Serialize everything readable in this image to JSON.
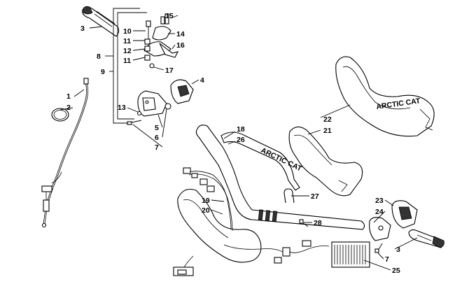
{
  "callouts": {
    "c1": "1",
    "c2": "2",
    "c3a": "3",
    "c3b": "3",
    "c4": "4",
    "c5": "5",
    "c6": "6",
    "c7a": "7",
    "c7b": "7",
    "c8": "8",
    "c9": "9",
    "c10": "10",
    "c11a": "11",
    "c11b": "11",
    "c12": "12",
    "c13": "13",
    "c14": "14",
    "c15": "15",
    "c16": "16",
    "c17": "17",
    "c18": "18",
    "c19": "19",
    "c20": "20",
    "c21": "21",
    "c22": "22",
    "c23": "23",
    "c24": "24",
    "c25": "25",
    "c26": "26",
    "c27": "27",
    "c28": "28"
  },
  "bar_branding": "ARCTIC CAT",
  "pad_branding": "ARCTIC CAT"
}
